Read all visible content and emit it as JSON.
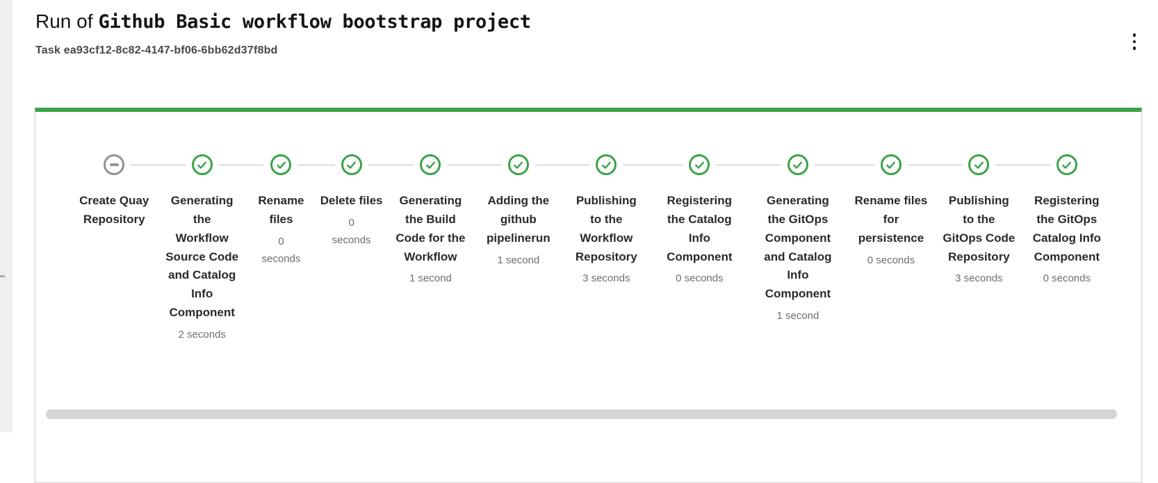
{
  "header": {
    "title_prefix": "Run of",
    "title_name": "Github Basic workflow bootstrap project",
    "subtitle": "Task ea93cf12-8c82-4147-bf06-6bb62d37f8bd",
    "menu_icon": "kebab-vertical-icon"
  },
  "colors": {
    "success_green": "#3aa346",
    "skipped_gray": "#8f9193",
    "connector_gray": "#bdbdbd"
  },
  "stepper": {
    "steps": [
      {
        "label": "Create Quay Repository",
        "duration": "",
        "status": "skipped",
        "icon": "minus-circle-icon"
      },
      {
        "label": "Generating the Workflow Source Code and Catalog Info Component",
        "duration": "2 seconds",
        "status": "completed",
        "icon": "check-circle-icon"
      },
      {
        "label": "Rename files",
        "duration": "0 seconds",
        "status": "completed",
        "icon": "check-circle-icon"
      },
      {
        "label": "Delete files",
        "duration": "0 seconds",
        "status": "completed",
        "icon": "check-circle-icon"
      },
      {
        "label": "Generating the Build Code for the Workflow",
        "duration": "1 second",
        "status": "completed",
        "icon": "check-circle-icon"
      },
      {
        "label": "Adding the github pipelinerun",
        "duration": "1 second",
        "status": "completed",
        "icon": "check-circle-icon"
      },
      {
        "label": "Publishing to the Workflow Repository",
        "duration": "3 seconds",
        "status": "completed",
        "icon": "check-circle-icon"
      },
      {
        "label": "Registering the Catalog Info Component",
        "duration": "0 seconds",
        "status": "completed",
        "icon": "check-circle-icon"
      },
      {
        "label": "Generating the GitOps Component and Catalog Info Component",
        "duration": "1 second",
        "status": "completed",
        "icon": "check-circle-icon"
      },
      {
        "label": "Rename files for persistence",
        "duration": "0 seconds",
        "status": "completed",
        "icon": "check-circle-icon"
      },
      {
        "label": "Publishing to the GitOps Code Repository",
        "duration": "3 seconds",
        "status": "completed",
        "icon": "check-circle-icon"
      },
      {
        "label": "Registering the GitOps Catalog Info Component",
        "duration": "0 seconds",
        "status": "completed",
        "icon": "check-circle-icon"
      }
    ]
  }
}
